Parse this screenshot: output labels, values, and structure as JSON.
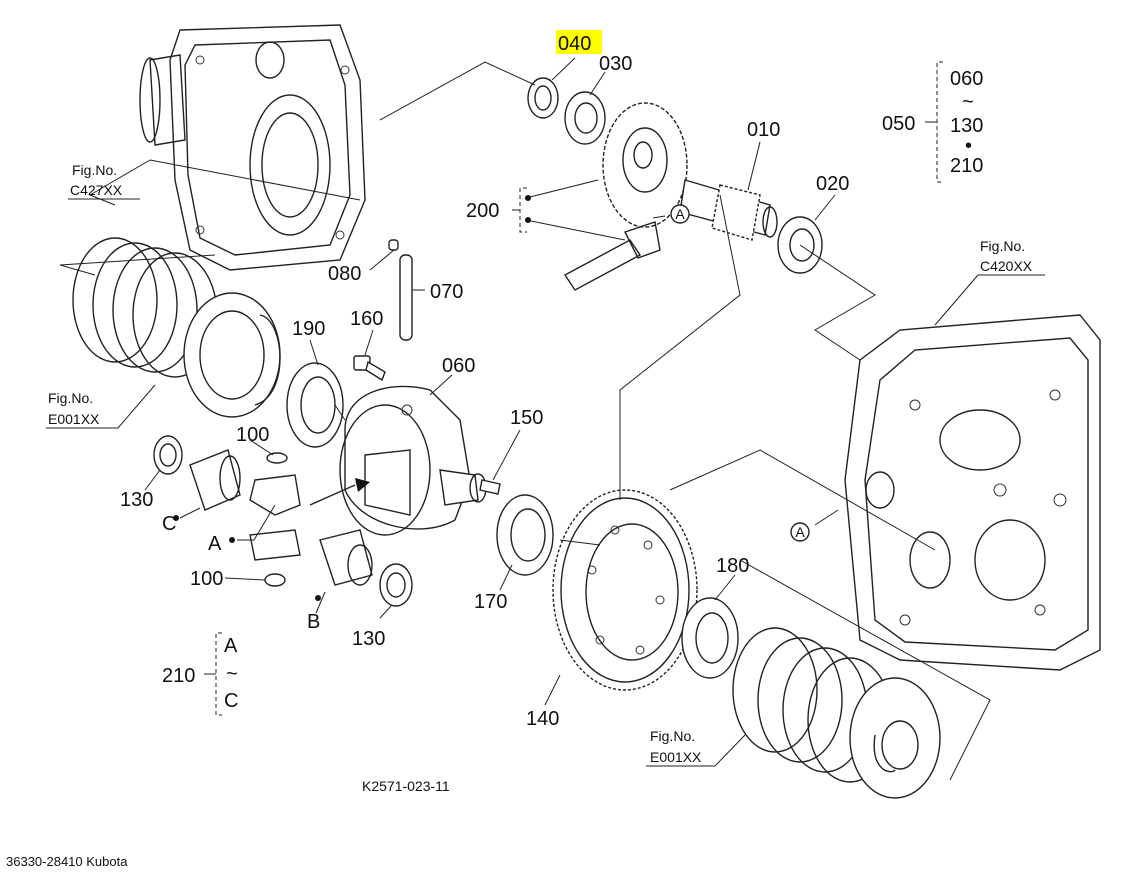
{
  "highlight_color": "#ffff00",
  "drawing_number": "K2571-023-11",
  "footer_text": "36330-28410 Kubota",
  "fig_refs": {
    "c427": {
      "prefix": "Fig.No.",
      "code": "C427XX"
    },
    "c420": {
      "prefix": "Fig.No.",
      "code": "C420XX"
    },
    "e001_left": {
      "prefix": "Fig.No.",
      "code": "E001XX"
    },
    "e001_bottom": {
      "prefix": "Fig.No.",
      "code": "E001XX"
    }
  },
  "labels": {
    "p010": "010",
    "p020": "020",
    "p030": "030",
    "p040": "040",
    "p060": "060",
    "p070": "070",
    "p080": "080",
    "p100_top": "100",
    "p100_bottom": "100",
    "p130_left": "130",
    "p130_right": "130",
    "p140": "140",
    "p150": "150",
    "p160": "160",
    "p170": "170",
    "p180": "180",
    "p190": "190",
    "p200": "200"
  },
  "group_050": {
    "label": "050",
    "items": [
      "060",
      "~",
      "130",
      "•",
      "210"
    ]
  },
  "group_210": {
    "label": "210",
    "items": [
      "A",
      "~",
      "C"
    ]
  },
  "markers": {
    "a_shaft": "A",
    "a_case": "A",
    "a_gear": "A",
    "b_gear": "B",
    "c_gear": "C"
  }
}
